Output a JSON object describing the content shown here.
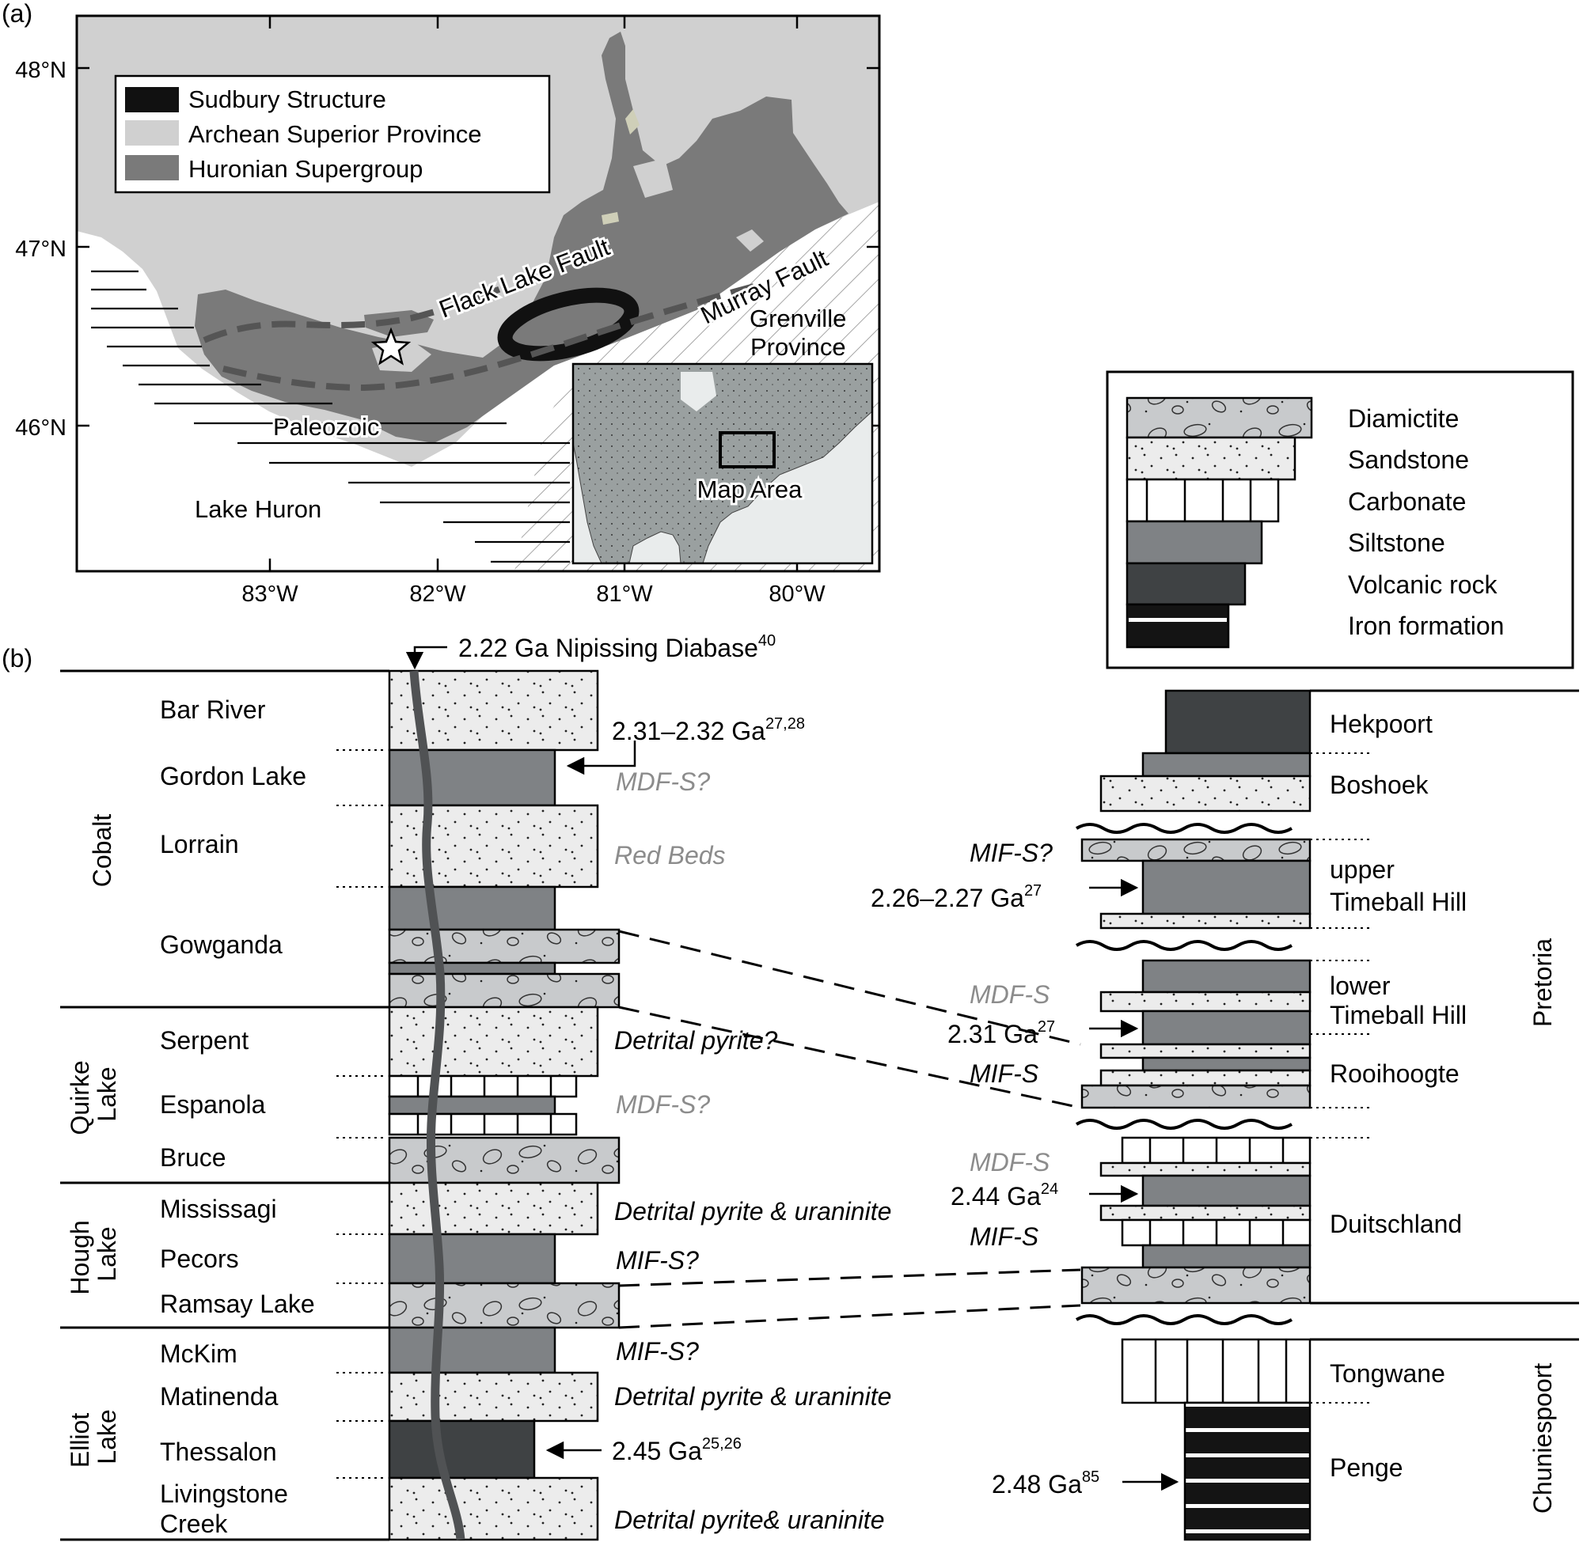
{
  "panel_labels": {
    "a": "(a)",
    "b": "(b)"
  },
  "colors": {
    "archean": "#d0d0d0",
    "huronian": "#7a7a7a",
    "sudbury": "#111111",
    "map_bg": "#ffffff",
    "inset_land": "#9aa0a0",
    "inset_sea": "#e9ecec",
    "diamictite": "#c8cacc",
    "sandstone": "#ececec",
    "carbonate": "#ffffff",
    "siltstone": "#7f8285",
    "volcanic": "#3f4244",
    "iron": "#141414"
  },
  "map": {
    "lat_labels": [
      "48°N",
      "47°N",
      "46°N"
    ],
    "lon_labels": [
      "83°W",
      "82°W",
      "81°W",
      "80°W"
    ],
    "legend": [
      "Sudbury Structure",
      "Archean Superior Province",
      "Huronian Supergroup"
    ],
    "labels": {
      "flack": "Flack Lake Fault",
      "murray": "Murray Fault",
      "grenville1": "Grenville",
      "grenville2": "Province",
      "paleozoic": "Paleozoic",
      "huron": "Lake Huron",
      "maparea": "Map Area"
    },
    "star_icon": "star-icon"
  },
  "lith_legend": [
    "Diamictite",
    "Sandstone",
    "Carbonate",
    "Siltstone",
    "Volcanic rock",
    "Iron formation"
  ],
  "huronian": {
    "groups": [
      "Cobalt",
      "Quirke Lake",
      "Hough Lake",
      "Elliot Lake"
    ],
    "formations": [
      "Bar River",
      "Gordon Lake",
      "Lorrain",
      "Gowganda",
      "Serpent",
      "Espanola",
      "Bruce",
      "Mississagi",
      "Pecors",
      "Ramsay Lake",
      "McKim",
      "Matinenda",
      "Thessalon",
      "Livingstone",
      "Creek"
    ],
    "dike": {
      "age": "2.22 Ga Nipissing Diabase",
      "ref": "40"
    },
    "ages": [
      {
        "age": "2.31–2.32 Ga",
        "ref": "27,28"
      },
      {
        "age": "2.45 Ga",
        "ref": "25,26"
      }
    ],
    "notes": [
      "MDF-S?",
      "Red Beds",
      "Detrital pyrite?",
      "MDF-S?",
      "Detrital pyrite & uraninite",
      "MIF-S?",
      "MIF-S?",
      "Detrital pyrite & uraninite",
      "Detrital pyrite& uraninite"
    ]
  },
  "transvaal": {
    "groups": [
      "Pretoria",
      "Chuniespoort"
    ],
    "formations": [
      "Hekpoort",
      "Boshoek",
      "upper",
      "Timeball Hill",
      "lower",
      "Timeball Hill",
      "Rooihoogte",
      "Duitschland",
      "Tongwane",
      "Penge"
    ],
    "ages": [
      {
        "age": "2.26–2.27 Ga",
        "ref": "27"
      },
      {
        "age": "2.31 Ga",
        "ref": "27"
      },
      {
        "age": "2.44 Ga",
        "ref": "24"
      },
      {
        "age": "2.48 Ga",
        "ref": "85"
      }
    ],
    "notes": [
      "MIF-S?",
      "MDF-S",
      "MIF-S",
      "MDF-S",
      "MIF-S"
    ]
  }
}
